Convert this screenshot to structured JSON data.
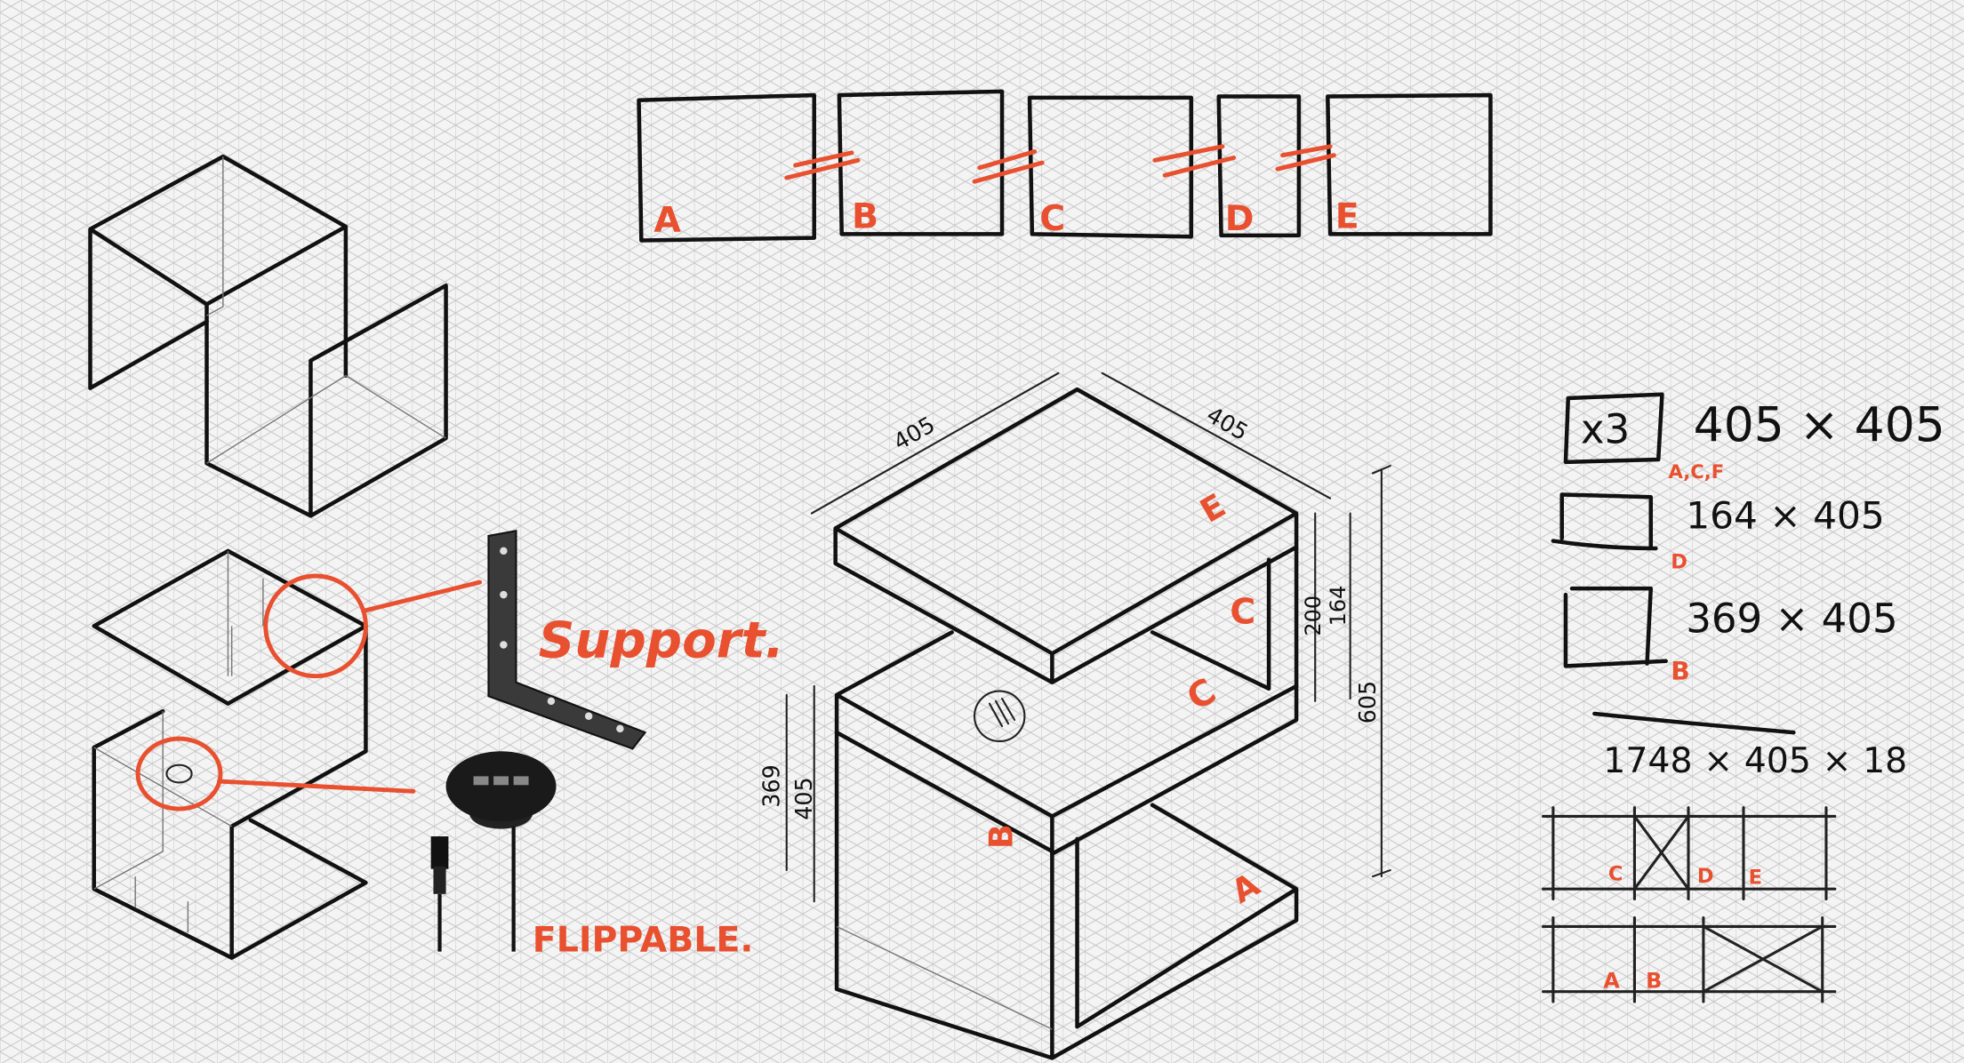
{
  "colors": {
    "ink": "#111111",
    "annotation": "#e8502f",
    "grid": "#c6c6c6",
    "paper": "#f4f4f4"
  },
  "panels": [
    "A",
    "B",
    "C",
    "D",
    "E"
  ],
  "callouts": {
    "support": "Support.",
    "flippable": "FLIPPABLE."
  },
  "isometric": {
    "dim_top_left": "405",
    "dim_top_right": "405",
    "dim_200": "200",
    "dim_164": "164",
    "dim_605": "605",
    "dim_369": "369",
    "dim_405_side": "405",
    "part_labels": [
      "E",
      "C",
      "C",
      "B",
      "A"
    ]
  },
  "cut_list": {
    "items": [
      {
        "qty": "x3",
        "size": "405 × 405",
        "parts": "A,C,F"
      },
      {
        "qty": "",
        "size": "164 × 405",
        "parts": "D"
      },
      {
        "qty": "",
        "size": "369 × 405",
        "parts": "B"
      }
    ],
    "total": "1748 × 405 × 18",
    "layout_row1": [
      "C",
      "D",
      "E"
    ],
    "layout_row2": [
      "A",
      "B"
    ]
  }
}
